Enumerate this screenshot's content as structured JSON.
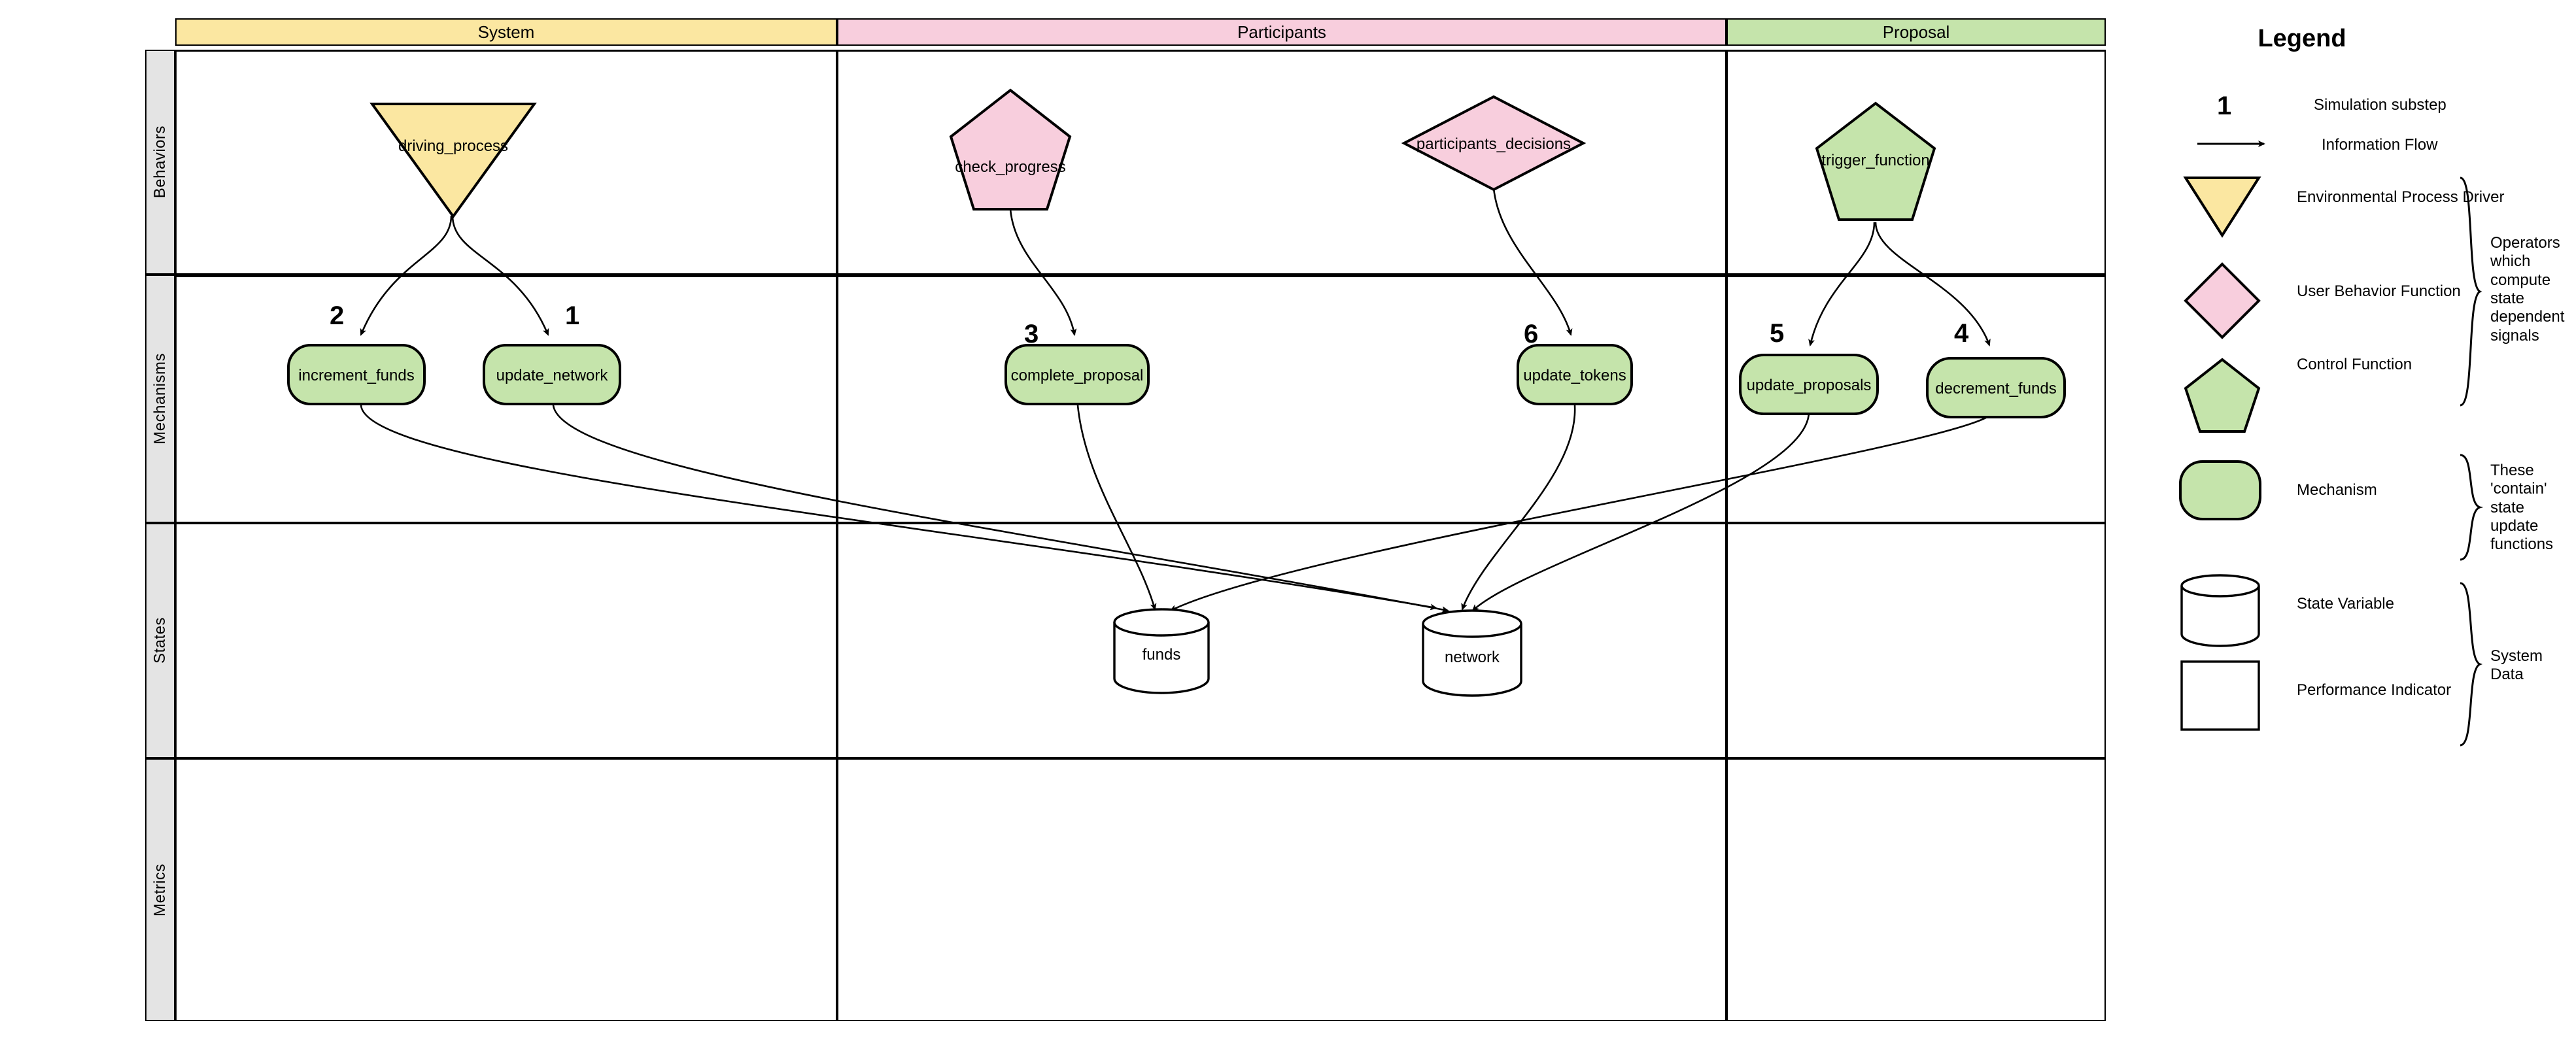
{
  "diagram": {
    "columns": [
      {
        "label": "System",
        "color": "#fbe7a1"
      },
      {
        "label": "Participants",
        "color": "#f8cedd"
      },
      {
        "label": "Proposal",
        "color": "#c5e4ab"
      }
    ],
    "rows": [
      "Behaviors",
      "Mechanisms",
      "States",
      "Metrics"
    ],
    "behaviors": [
      {
        "label": "driving_process",
        "shape": "triangle-down",
        "fill": "#fbe7a1",
        "column": "System"
      },
      {
        "label": "check_progress",
        "shape": "pentagon",
        "fill": "#f8cedd",
        "column": "Participants"
      },
      {
        "label": "participants_decisions",
        "shape": "diamond",
        "fill": "#f8cedd",
        "column": "Participants"
      },
      {
        "label": "trigger_function",
        "shape": "pentagon",
        "fill": "#c5e4ab",
        "column": "Proposal"
      }
    ],
    "mechanisms": [
      {
        "label": "increment_funds",
        "substep": "2",
        "column": "System"
      },
      {
        "label": "update_network",
        "substep": "1",
        "column": "System"
      },
      {
        "label": "complete_proposal",
        "substep": "3",
        "column": "Participants"
      },
      {
        "label": "update_tokens",
        "substep": "6",
        "column": "Participants"
      },
      {
        "label": "update_proposals",
        "substep": "5",
        "column": "Proposal"
      },
      {
        "label": "decrement_funds",
        "substep": "4",
        "column": "Proposal"
      }
    ],
    "states": [
      {
        "label": "funds",
        "shape": "cylinder",
        "column": "Participants"
      },
      {
        "label": "network",
        "shape": "cylinder",
        "column": "Participants"
      }
    ],
    "metrics": []
  },
  "legend": {
    "title": "Legend",
    "substep_sample": "1",
    "items": [
      {
        "glyph": "number",
        "label": "Simulation substep"
      },
      {
        "glyph": "arrow",
        "label": "Information Flow"
      },
      {
        "glyph": "triangle-down",
        "label": "Environmental Process Driver",
        "fill": "#fbe7a1"
      },
      {
        "glyph": "diamond",
        "label": "User Behavior Function",
        "fill": "#f8cedd"
      },
      {
        "glyph": "pentagon",
        "label": "Control Function",
        "fill": "#c5e4ab"
      },
      {
        "glyph": "rounded-rect",
        "label": "Mechanism",
        "fill": "#c5e4ab"
      },
      {
        "glyph": "cylinder",
        "label": "State Variable",
        "fill": "#ffffff"
      },
      {
        "glyph": "rect",
        "label": "Performance Indicator",
        "fill": "#ffffff"
      }
    ],
    "brackets": [
      {
        "text": "Operators which compute state dependent signals"
      },
      {
        "text": "These 'contain' state update functions"
      },
      {
        "text": "System Data"
      }
    ]
  }
}
